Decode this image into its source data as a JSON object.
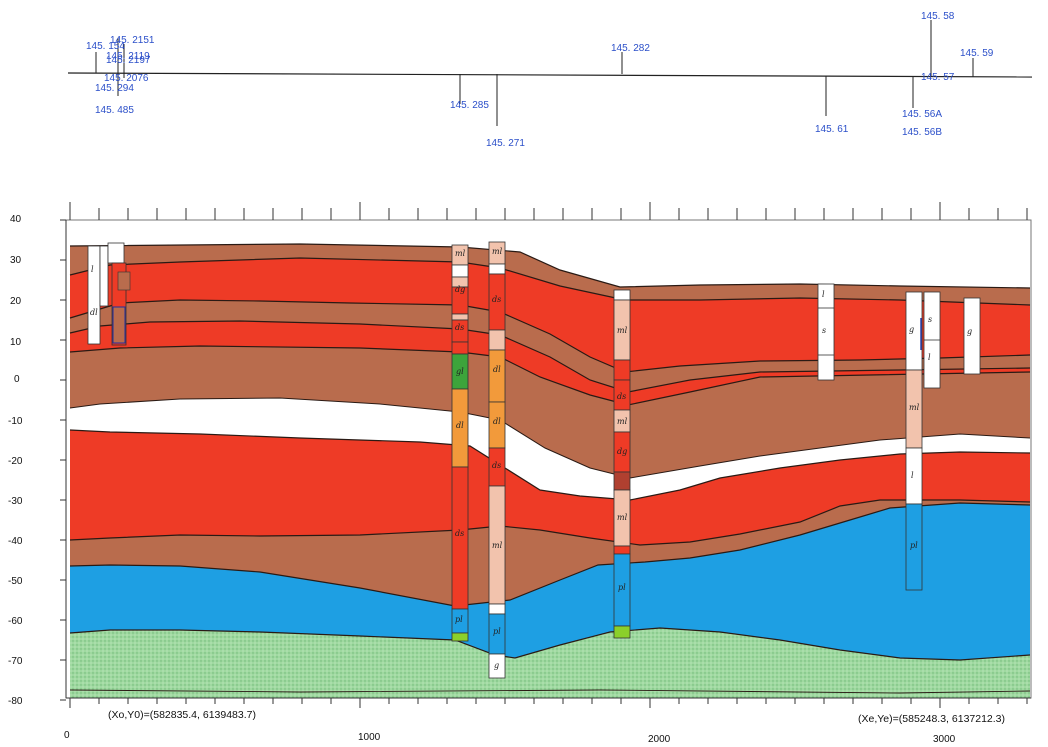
{
  "map_labels": [
    "145. 154",
    "145. 2151",
    "145. 2197",
    "145. 2119",
    "145. 2076",
    "145. 294",
    "145. 485",
    "145. 282",
    "145. 285",
    "145. 271",
    "145. 61",
    "145. 58",
    "145. 59",
    "145. 57",
    "145. 56A",
    "145. 56B"
  ],
  "y_axis_ticks": [
    "40",
    "30",
    "20",
    "10",
    "0",
    "-10",
    "-20",
    "-30",
    "-40",
    "-50",
    "-60",
    "-70",
    "-80"
  ],
  "x_axis_ticks": [
    "0",
    "1000",
    "2000",
    "3000"
  ],
  "start_coordinate": "(Xo,Y0)=(582835.4, 6139483.7)",
  "end_coordinate": "(Xe,Ye)=(585248.3, 6137212.3)",
  "borehole_unit_codes": [
    "ml",
    "dg",
    "ds",
    "gl",
    "dl",
    "pl",
    "g",
    "l",
    "s"
  ],
  "layer_colors": {
    "red": "#ee3b26",
    "brown": "#b96c4d",
    "blue": "#1e9fe3",
    "green": "#9ed69a",
    "pale": "#f2c3ad",
    "orange": "#f29a3b"
  }
}
